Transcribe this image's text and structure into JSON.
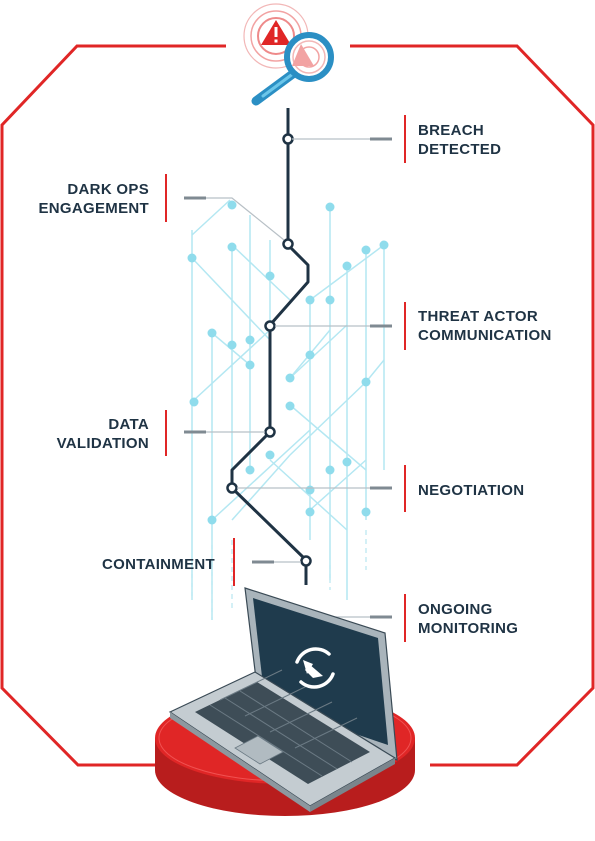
{
  "steps": [
    {
      "id": "breach",
      "label": "BREACH\nDETECTED"
    },
    {
      "id": "dark-ops",
      "label": "DARK OPS\nENGAGEMENT"
    },
    {
      "id": "threat-actor",
      "label": "THREAT ACTOR\nCOMMUNICATION"
    },
    {
      "id": "data-validation",
      "label": "DATA\nVALIDATION"
    },
    {
      "id": "negotiation",
      "label": "NEGOTIATION"
    },
    {
      "id": "containment",
      "label": "CONTAINMENT"
    },
    {
      "id": "monitoring",
      "label": "ONGOING\nMONITORING"
    }
  ],
  "icons": {
    "top": "warning-magnifier-icon",
    "screen": "refresh-arrow-icon"
  },
  "colors": {
    "accent_red": "#e02626",
    "dark_navy": "#1f3344",
    "connector_gray": "#7f8a92",
    "light_cyan": "#7fd3e6",
    "laptop_screen": "#1f3b4d",
    "laptop_body": "#a9b4bb"
  }
}
